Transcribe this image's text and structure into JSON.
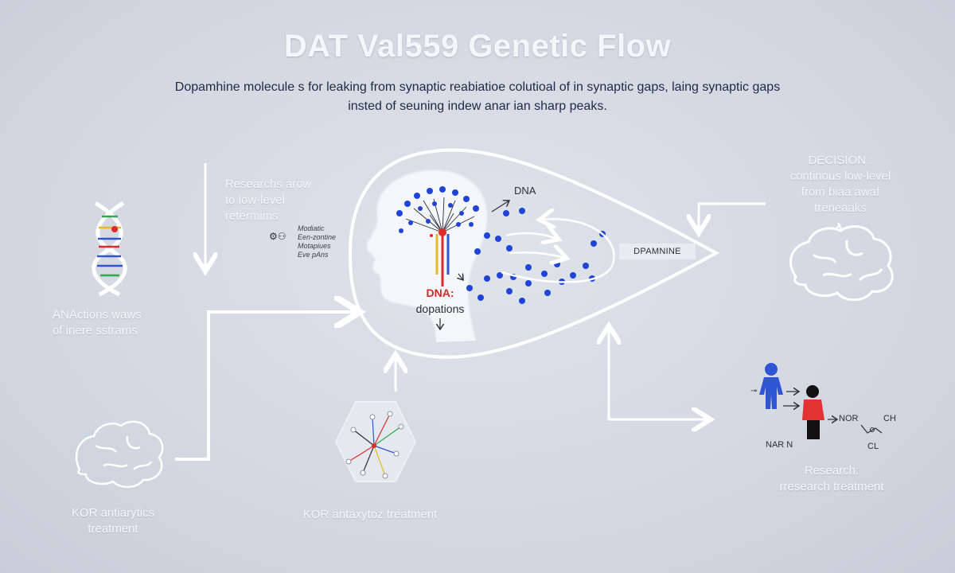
{
  "title": "DAT Val559 Genetic Flow",
  "subtitle_line1": "Dopamhine molecule s for leaking from synaptic reabiatioe colutioal of in synaptic gaps, laing synaptic gaps",
  "subtitle_line2": "insted of seuning indew anar ian sharp peaks.",
  "researchs_label": [
    "Researchs arow",
    "to low-level",
    "retermims"
  ],
  "tiny_notes": [
    "Modiatic",
    "Een-zontine",
    "Motapiues",
    "Eve pAns"
  ],
  "dna_label": "DNA",
  "dna_dopations": {
    "dna": "DNA:",
    "text": "dopations"
  },
  "dopamine_box": "DPAMNINE",
  "anactions_label": [
    "ANActions waws",
    "of inere sstrams"
  ],
  "decision_label": [
    "DECISION :",
    "continous low-level",
    "from biaa awaf",
    "treneaaks"
  ],
  "kor_left_label": [
    "KOR antiarytics",
    "treatment"
  ],
  "kor_center_label": "KOR antaxytoz treatment",
  "research_label": [
    "Research:",
    "rresearch treatment"
  ],
  "chem_labels": {
    "nor": "NOR",
    "ch": "CH",
    "nar": "NAR N",
    "cl": "CL"
  },
  "colors": {
    "dot_blue": "#1f44d6",
    "dot_red": "#e02a2a",
    "person_blue": "#2f55d4",
    "person_red": "#e23232",
    "line_white": "#ffffff"
  },
  "icons": [
    "dna-helix-icon",
    "brain-outline-icon",
    "head-profile-icon",
    "molecule-network-icon",
    "person-blue-icon",
    "person-red-icon"
  ]
}
